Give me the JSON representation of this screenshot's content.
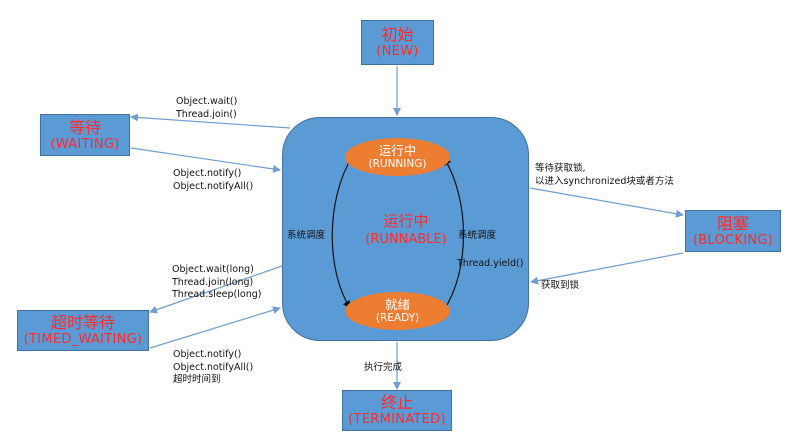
{
  "states": {
    "new": {
      "cn": "初始",
      "en": "(NEW)"
    },
    "waiting": {
      "cn": "等待",
      "en": "(WAITING)"
    },
    "timed_waiting": {
      "cn": "超时等待",
      "en": "(TIMED_WAITING)"
    },
    "blocking": {
      "cn": "阻塞",
      "en": "(BLOCKING)"
    },
    "terminated": {
      "cn": "终止",
      "en": "(TERMINATED)"
    },
    "runnable": {
      "cn": "运行中",
      "en": "(RUNNABLE)"
    },
    "running": {
      "cn": "运行中",
      "en": "(RUNNING)"
    },
    "ready": {
      "cn": "就绪",
      "en": "(READY)"
    }
  },
  "labels": {
    "to_waiting": [
      "Object.wait()",
      "Thread.join()"
    ],
    "from_waiting": [
      "Object.notify()",
      "Object.notifyAll()"
    ],
    "to_timed": [
      "Object.wait(long)",
      "Thread.join(long)",
      "Thread.sleep(long)"
    ],
    "from_timed": [
      "Object.notify()",
      "Object.notifyAll()",
      "超时时间到"
    ],
    "to_blocking": [
      "等待获取锁,",
      "以进入synchronized块或者方法"
    ],
    "from_blocking": "获取到锁",
    "sched_left": "系统调度",
    "sched_right": "系统调度",
    "yield": "Thread.yield()",
    "done": "执行完成"
  },
  "colors": {
    "box_fill": "#5b9bd5",
    "box_border": "#41719c",
    "state_text": "#ff2a2a",
    "inner_fill": "#ed7d31",
    "arrow": "#6f9fcf",
    "inner_arrow": "#111111"
  }
}
